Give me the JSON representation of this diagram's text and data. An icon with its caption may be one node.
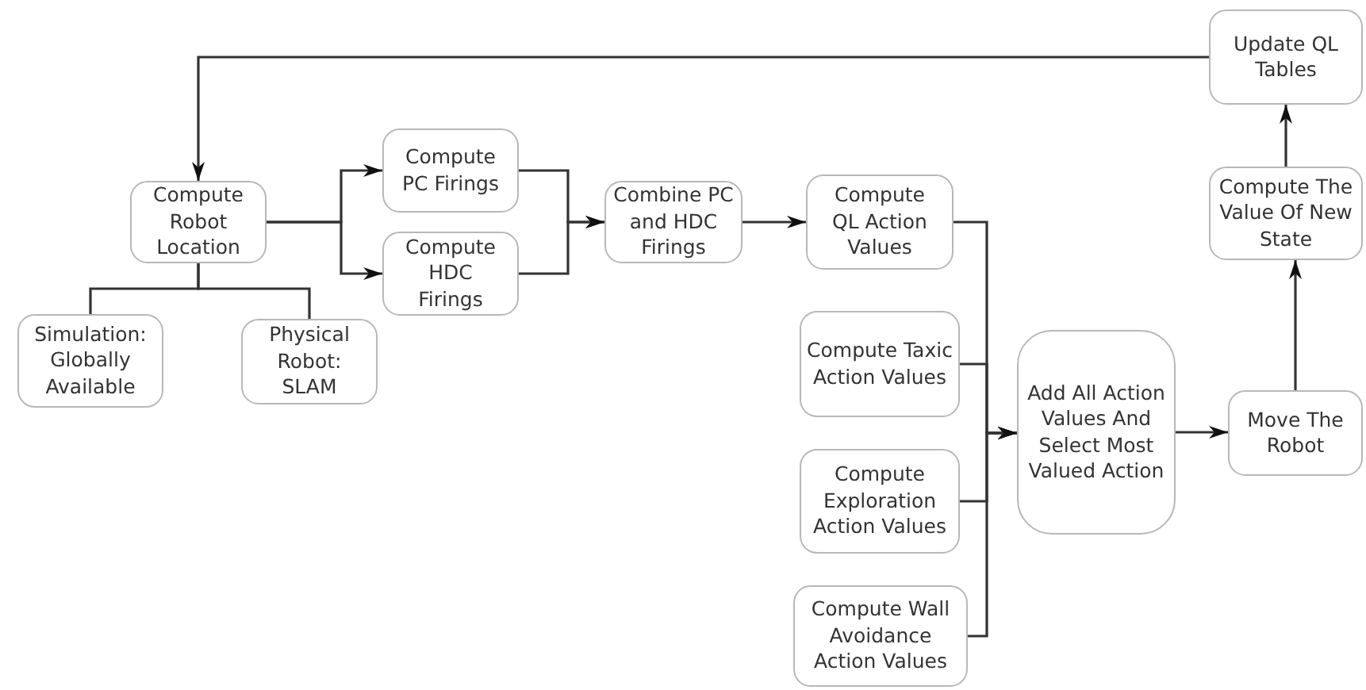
{
  "diagram": {
    "nodes": [
      {
        "text": [
          "Compute Robot Location"
        ]
      },
      {
        "text": [
          "Simulation: Globally Available"
        ]
      },
      {
        "text": [
          "Physical Robot: SLAM"
        ]
      },
      {
        "text": [
          "Compute PC Firings"
        ]
      },
      {
        "text": [
          "Compute HDC Firings"
        ]
      },
      {
        "text": [
          "Combine PC and HDC Firings"
        ]
      },
      {
        "text": [
          "Compute QL Action Values"
        ]
      },
      {
        "text": [
          "Compute Taxic Action Values"
        ]
      },
      {
        "text": [
          "Compute Exploration Action Values"
        ]
      },
      {
        "text": [
          "Compute Wall Avoidance Action Values"
        ]
      },
      {
        "text": [
          "Add All Action Values And Select Most Valued Action"
        ]
      },
      {
        "text": [
          "Move The Robot"
        ]
      },
      {
        "text": [
          "Compute The Value Of New State"
        ]
      },
      {
        "text": [
          "Update QL Tables"
        ]
      }
    ],
    "edges": [
      {
        "from": 0,
        "to": 3,
        "arrow": "to"
      },
      {
        "from": 0,
        "to": 4,
        "arrow": "to"
      },
      {
        "from": 0,
        "to": 1,
        "arrow": "none"
      },
      {
        "from": 0,
        "to": 2,
        "arrow": "none"
      },
      {
        "from": 3,
        "to": 5,
        "arrow": "to"
      },
      {
        "from": 4,
        "to": 5,
        "arrow": "to"
      },
      {
        "from": 5,
        "to": 6,
        "arrow": "to"
      },
      {
        "from": 6,
        "to": 10,
        "arrow": "to"
      },
      {
        "from": 7,
        "to": 10,
        "arrow": "to"
      },
      {
        "from": 8,
        "to": 10,
        "arrow": "to"
      },
      {
        "from": 9,
        "to": 10,
        "arrow": "to"
      },
      {
        "from": 10,
        "to": 11,
        "arrow": "to"
      },
      {
        "from": 11,
        "to": 12,
        "arrow": "to"
      },
      {
        "from": 12,
        "to": 13,
        "arrow": "to"
      },
      {
        "from": 13,
        "to": 0,
        "arrow": "to"
      }
    ]
  }
}
